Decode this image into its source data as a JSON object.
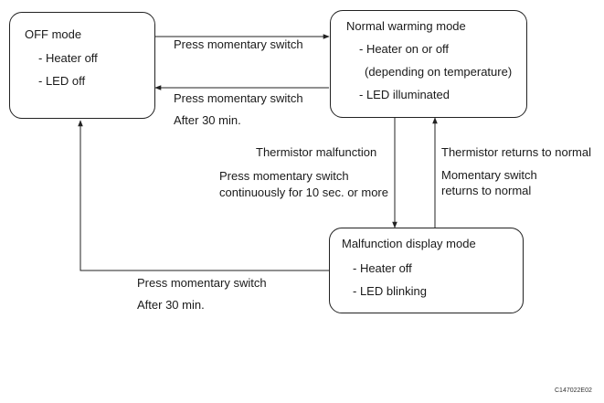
{
  "states": {
    "off": {
      "title": "OFF mode",
      "lines": [
        "- Heater off",
        "- LED off"
      ]
    },
    "normal": {
      "title": "Normal warming mode",
      "lines": [
        "- Heater on or off",
        "(depending on temperature)",
        "- LED illuminated"
      ]
    },
    "malfunction": {
      "title": "Malfunction display mode",
      "lines": [
        "- Heater off",
        "- LED blinking"
      ]
    }
  },
  "transitions": {
    "off_to_normal": [
      "Press momentary switch"
    ],
    "normal_to_off": [
      "Press momentary switch",
      "After 30 min."
    ],
    "normal_to_malfunction": [
      "Thermistor malfunction",
      "Press momentary switch",
      "continuously for 10 sec. or more"
    ],
    "malfunction_to_normal": [
      "Thermistor returns to normal",
      "Momentary switch",
      "returns to normal"
    ],
    "malfunction_to_off": [
      "Press momentary switch",
      "After 30 min."
    ]
  },
  "figure_code": "C147022E02"
}
